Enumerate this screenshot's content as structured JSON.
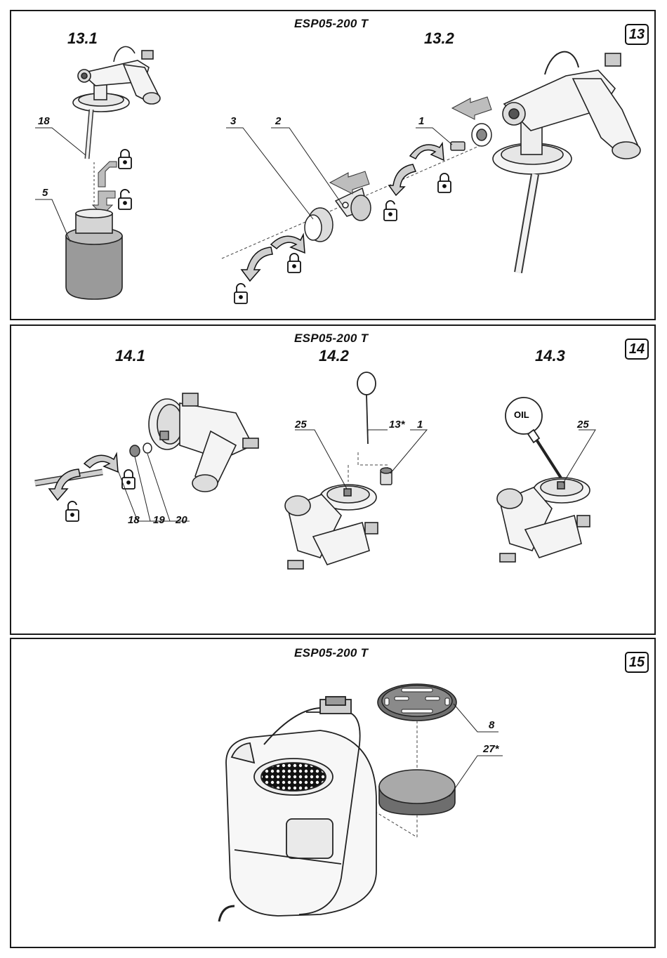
{
  "figure13": {
    "badge": "13",
    "model": "ESP05-200 T",
    "steps": [
      "13.1",
      "13.2"
    ],
    "callouts": {
      "hose": "18",
      "container": "5",
      "ring": "3",
      "cap": "2",
      "nozzle": "1"
    }
  },
  "figure14": {
    "badge": "14",
    "model": "ESP05-200 T",
    "steps": [
      "14.1",
      "14.2",
      "14.3"
    ],
    "callouts": {
      "hose": "18",
      "nut": "19",
      "washer": "20",
      "seat_left": "25",
      "tool": "13*",
      "nozzle": "1",
      "seat_right": "25"
    },
    "oil_label": "OIL"
  },
  "figure15": {
    "badge": "15",
    "model": "ESP05-200 T",
    "callouts": {
      "grille": "8",
      "filter": "27*"
    }
  }
}
